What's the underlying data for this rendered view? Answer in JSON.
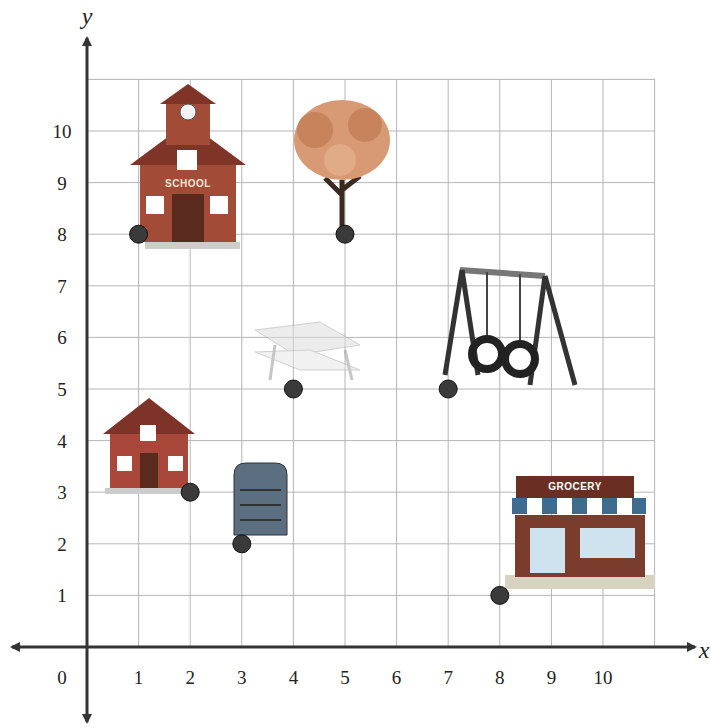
{
  "diagram": {
    "labels": [
      "y",
      "10",
      "9",
      "8",
      "7",
      "6",
      "5",
      "4",
      "3",
      "2",
      "1",
      "0",
      "1",
      "2",
      "3",
      "4",
      "5",
      "6",
      "7",
      "8",
      "9",
      "10",
      "x",
      "SCHOOL",
      "GROCERY"
    ]
  }
}
